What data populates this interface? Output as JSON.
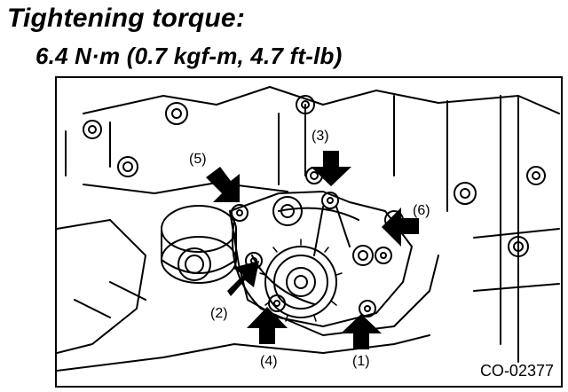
{
  "title": "Tightening torque:",
  "torque": "6.4 N·m (0.7 kgf-m, 4.7 ft-lb)",
  "figure": {
    "code": "CO-02377",
    "callouts": [
      "(1)",
      "(2)",
      "(3)",
      "(4)",
      "(5)",
      "(6)"
    ]
  }
}
